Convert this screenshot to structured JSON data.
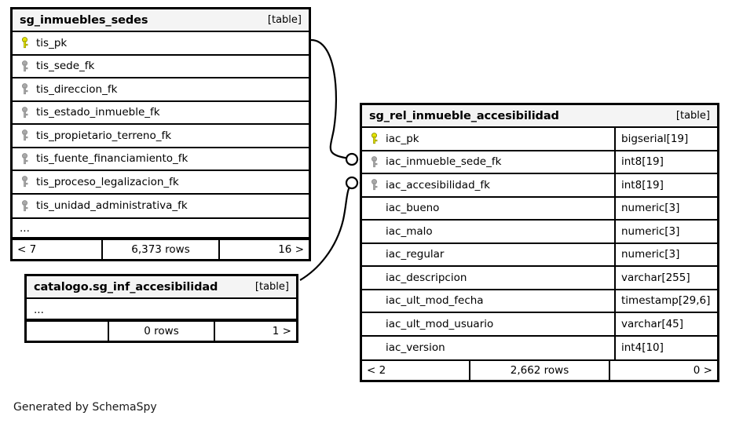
{
  "diagram": {
    "credit": "Generated by SchemaSpy",
    "table_tag": "[table]",
    "ellipsis": "...",
    "pk_icon": "yellow-key-icon",
    "fk_icon": "gray-key-icon",
    "pk_color": "#e3e300",
    "fk_color": "#a9a9a9",
    "header_bg": "#f4f4f4",
    "border_color": "#000000"
  },
  "tables": [
    {
      "id": "sg_inmuebles_sedes",
      "name": "sg_inmuebles_sedes",
      "tag": "[table]",
      "columns": [
        {
          "name": "tis_pk",
          "key": "pk",
          "type": ""
        },
        {
          "name": "tis_sede_fk",
          "key": "fk",
          "type": ""
        },
        {
          "name": "tis_direccion_fk",
          "key": "fk",
          "type": ""
        },
        {
          "name": "tis_estado_inmueble_fk",
          "key": "fk",
          "type": ""
        },
        {
          "name": "tis_propietario_terreno_fk",
          "key": "fk",
          "type": ""
        },
        {
          "name": "tis_fuente_financiamiento_fk",
          "key": "fk",
          "type": ""
        },
        {
          "name": "tis_proceso_legalizacion_fk",
          "key": "fk",
          "type": ""
        },
        {
          "name": "tis_unidad_administrativa_fk",
          "key": "fk",
          "type": ""
        }
      ],
      "has_ellipsis": true,
      "footer": {
        "left": "< 7",
        "middle": "6,373 rows",
        "right": "16 >"
      }
    },
    {
      "id": "catalogo_sg_inf_accesibilidad",
      "name": "catalogo.sg_inf_accesibilidad",
      "tag": "[table]",
      "columns": [],
      "has_ellipsis": true,
      "footer": {
        "left": "",
        "middle": "0 rows",
        "right": "1 >"
      }
    },
    {
      "id": "sg_rel_inmueble_accesibilidad",
      "name": "sg_rel_inmueble_accesibilidad",
      "tag": "[table]",
      "columns": [
        {
          "name": "iac_pk",
          "key": "pk",
          "type": "bigserial[19]"
        },
        {
          "name": "iac_inmueble_sede_fk",
          "key": "fk",
          "type": "int8[19]"
        },
        {
          "name": "iac_accesibilidad_fk",
          "key": "fk",
          "type": "int8[19]"
        },
        {
          "name": "iac_bueno",
          "key": "none",
          "type": "numeric[3]"
        },
        {
          "name": "iac_malo",
          "key": "none",
          "type": "numeric[3]"
        },
        {
          "name": "iac_regular",
          "key": "none",
          "type": "numeric[3]"
        },
        {
          "name": "iac_descripcion",
          "key": "none",
          "type": "varchar[255]"
        },
        {
          "name": "iac_ult_mod_fecha",
          "key": "none",
          "type": "timestamp[29,6]"
        },
        {
          "name": "iac_ult_mod_usuario",
          "key": "none",
          "type": "varchar[45]"
        },
        {
          "name": "iac_version",
          "key": "none",
          "type": "int4[10]"
        }
      ],
      "has_ellipsis": false,
      "footer": {
        "left": "< 2",
        "middle": "2,662 rows",
        "right": "0 >"
      }
    }
  ],
  "relationships": [
    {
      "id": "rel-tis-pk-to-iac-inmueble-sede-fk",
      "from_table": "sg_inmuebles_sedes",
      "from_column": "tis_pk",
      "to_table": "sg_rel_inmueble_accesibilidad",
      "to_column": "iac_inmueble_sede_fk"
    },
    {
      "id": "rel-catalogo-to-iac-accesibilidad-fk",
      "from_table": "catalogo.sg_inf_accesibilidad",
      "from_column": "",
      "to_table": "sg_rel_inmueble_accesibilidad",
      "to_column": "iac_accesibilidad_fk"
    }
  ]
}
